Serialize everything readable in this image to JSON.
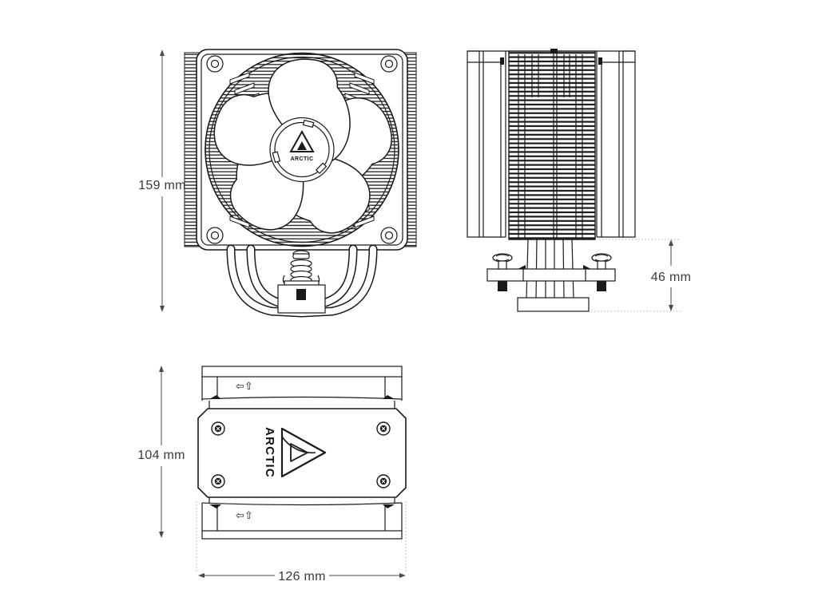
{
  "product": {
    "brand": "ARCTIC",
    "hub_logo_text": "ARCTIC",
    "plate_logo_text": "ARCTIC"
  },
  "dimensions": {
    "height": {
      "label": "159 mm",
      "value": 159,
      "unit": "mm"
    },
    "clearance": {
      "label": "46 mm",
      "value": 46,
      "unit": "mm"
    },
    "depth": {
      "label": "104 mm",
      "value": 104,
      "unit": "mm"
    },
    "width": {
      "label": "126 mm",
      "value": 126,
      "unit": "mm"
    }
  },
  "top_view": {
    "airflow_icons": "⇦⇧"
  },
  "colors": {
    "line": "#1a1a1a",
    "dimension_text": "#3a3a3a",
    "extension_dotted": "#b0b0b0",
    "background": "#ffffff"
  }
}
